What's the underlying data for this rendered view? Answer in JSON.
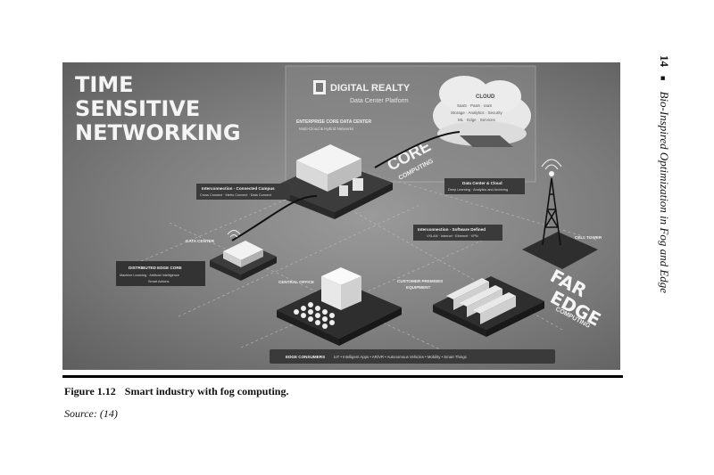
{
  "figure": {
    "headline": [
      "TIME",
      "SENSITIVE",
      "NETWORKING"
    ],
    "brand": "DIGITAL REALTY",
    "brand_sub": "Data Center Platform",
    "enterprise_title": "ENTERPRISE CORE DATA CENTER",
    "enterprise_sub": "Multi-Cloud & Hybrid Networks",
    "cloud_title": "CLOUD",
    "cloud_lines": [
      "SaaS · PaaS · IaaS",
      "Storage · Analytics · Security",
      "ML · Edge · Services"
    ],
    "core_line1": "CORE",
    "core_line2": "COMPUTING",
    "interconnect_campus_title": "Interconnection - Connected Campus",
    "interconnect_campus_sub": "Cross Connect · Metro Connect · Data Connect",
    "dc_cloud_title": "Data Center & Cloud",
    "dc_cloud_sub": "Deep Learning · Analytics and Archiving",
    "data_center": "DATA CENTER",
    "interconnect_sw_title": "Interconnection - Software Defined",
    "interconnect_sw_sub": "VXLAN · Internet · Ethernet · VPN",
    "cell_tower": "CELL TOWER",
    "dist_edge_title": "DISTRIBUTED EDGE CORE",
    "dist_edge_sub1": "Machine Learning · Artificial Intelligence",
    "dist_edge_sub2": "Smart Actions",
    "central_office": "CENTRAL OFFICE",
    "customer_premises_1": "CUSTOMER PREMISES",
    "customer_premises_2": "EQUIPMENT",
    "far_line1": "FAR",
    "far_line2": "EDGE",
    "far_line3": "COMPUTING",
    "edge_consumers": "EDGE CONSUMERS",
    "edge_items": "IoT  •  Intelligent Apps  •  AR/VR  •  Autonomous Vehicles  •  Mobility  •  Smart Things"
  },
  "caption": {
    "label": "Figure 1.12",
    "text": "Smart industry with fog computing."
  },
  "source": "Source: (14)",
  "running_head": {
    "page": "14",
    "separator": "■",
    "title": "Bio-Inspired Optimization in Fog and Edge"
  }
}
